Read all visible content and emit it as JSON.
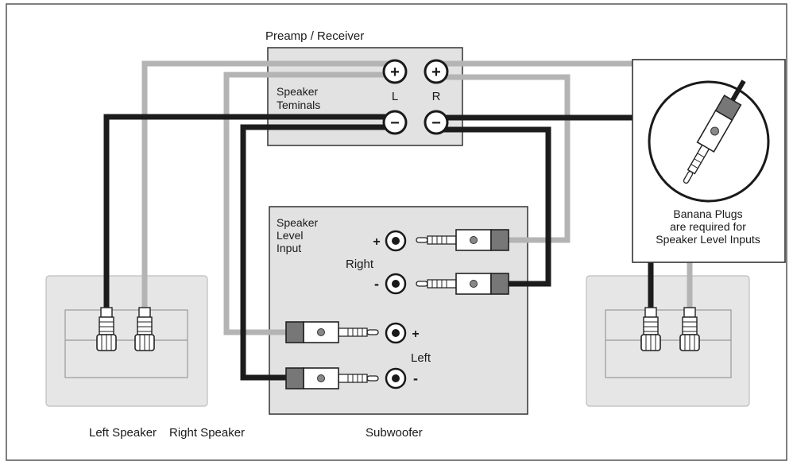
{
  "receiver": {
    "title": "Preamp / Receiver",
    "terminals_label_line1": "Speaker",
    "terminals_label_line2": "Teminals",
    "left_label": "L",
    "right_label": "R",
    "plus_symbol": "+",
    "minus_symbol": "−"
  },
  "subwoofer": {
    "title": "Subwoofer",
    "input_label_line1": "Speaker",
    "input_label_line2": "Level",
    "input_label_line3": "Input",
    "right_label": "Right",
    "left_label": "Left",
    "plus_symbol": "+",
    "minus_symbol": "-"
  },
  "callout": {
    "line1": "Banana Plugs",
    "line2": "are required for",
    "line3": "Speaker Level Inputs"
  },
  "speakers": {
    "left_label": "Left Speaker",
    "right_label": "Right Speaker"
  },
  "colors": {
    "black_wire": "#1c1c1c",
    "gray_wire": "#b4b4b4",
    "panel_fill": "#e2e2e2",
    "speaker_fill": "#e6e6e6",
    "frame": "#555555"
  }
}
